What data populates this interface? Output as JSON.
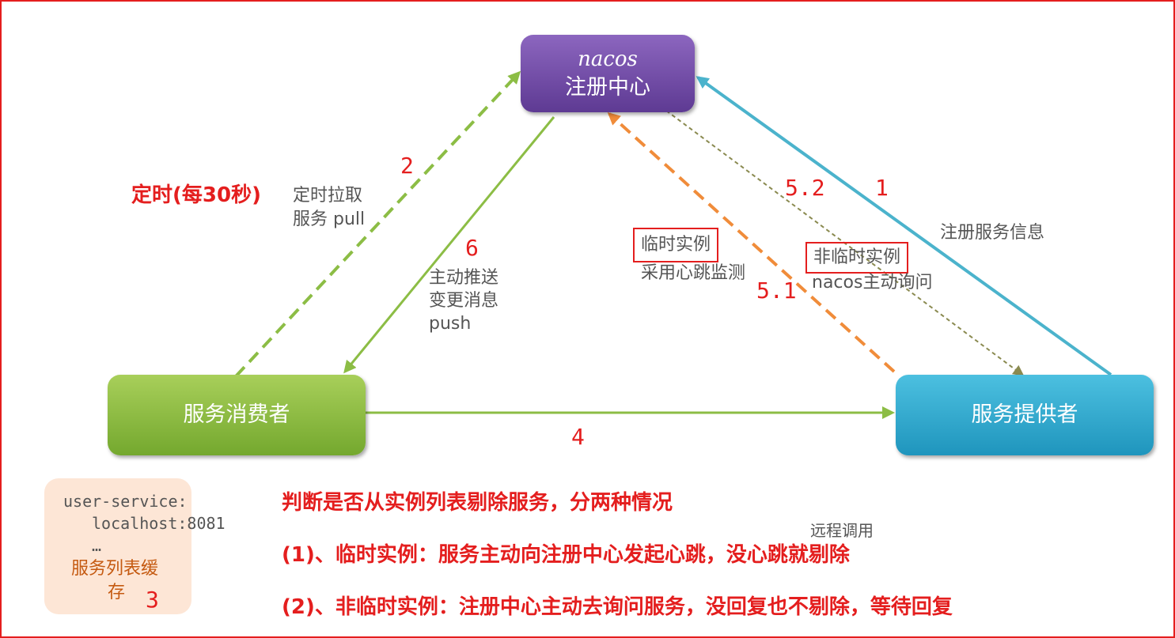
{
  "nodes": {
    "nacos_line1": "nacos",
    "nacos_line2": "注册中心",
    "consumer": "服务消费者",
    "provider": "服务提供者"
  },
  "labels": {
    "step1": "1",
    "step1_text": "注册服务信息",
    "step2": "2",
    "step2_red": "定时(每30秒)",
    "step2_text_line1": "定时拉取",
    "step2_text_line2": "服务 pull",
    "step3": "3",
    "step4": "4",
    "step4_text": "远程调用",
    "step51": "5.1",
    "step52": "5.2",
    "step6": "6",
    "step6_line1": "主动推送",
    "step6_line2": "变更消息",
    "step6_line3": "push",
    "temp_box": "临时实例",
    "temp_text": "采用心跳监测",
    "nontemp_box": "非临时实例",
    "nontemp_text": "nacos主动询问"
  },
  "cache": {
    "line1": "user-service:",
    "line2": "localhost:8081",
    "line3": "…",
    "line4": "服务列表缓",
    "line5": "存"
  },
  "notes": {
    "title": "判断是否从实例列表剔除服务，分两种情况",
    "item1": "(1)、临时实例：服务主动向注册中心发起心跳，没心跳就剔除",
    "item2": "(2)、非临时实例：注册中心主动去询问服务，没回复也不剔除，等待回复"
  },
  "colors": {
    "frame": "#e41e1e",
    "nacos": "#6f4ba8",
    "consumer": "#8cbd45",
    "provider": "#35abd2",
    "arrow_green": "#8cbd45",
    "arrow_dashed_green": "#8cbd45",
    "arrow_blue": "#4bb3cc",
    "arrow_orange": "#f08c3a",
    "arrow_olive": "#8a8a50",
    "cache_bg": "#fde6d6"
  }
}
